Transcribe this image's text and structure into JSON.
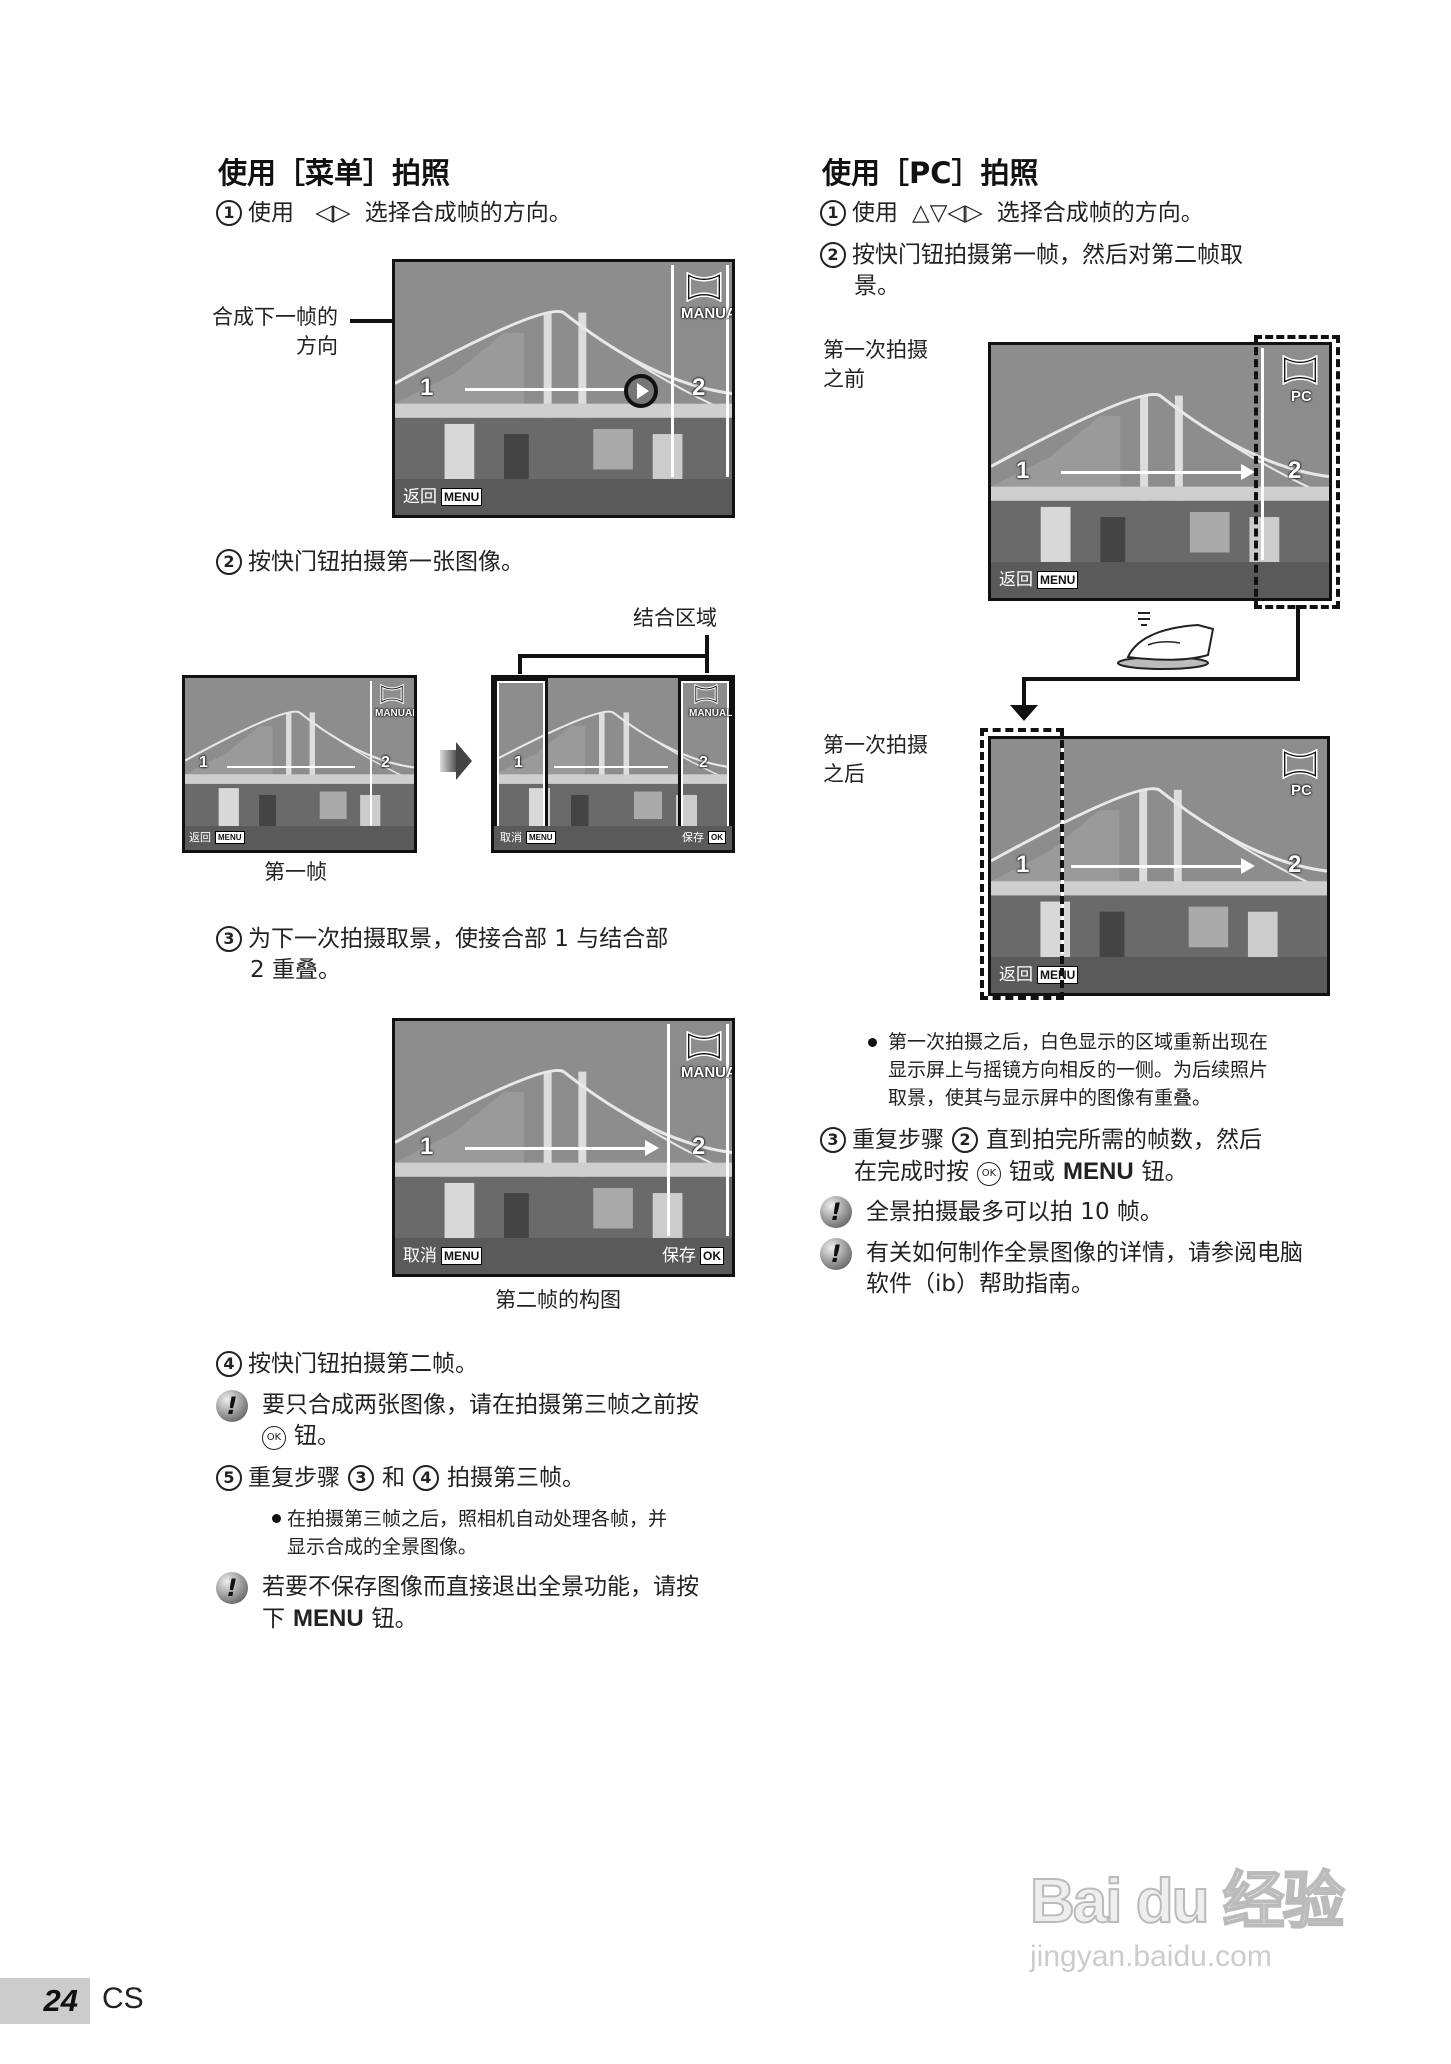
{
  "left": {
    "title": "使用［菜单］拍照",
    "step1": {
      "num": "1",
      "pre": "使用",
      "arrows": "◁▷",
      "text": "选择合成帧的方向。"
    },
    "callout": {
      "line1": "合成下一帧的",
      "line2": "方向"
    },
    "screen1": {
      "mode": "MANUAL",
      "n1": "1",
      "n2": "2",
      "back": "返回",
      "menu": "MENU"
    },
    "step2": {
      "num": "2",
      "text": "按快门钮拍摄第一张图像。"
    },
    "join_area_label": "结合区域",
    "small_screen_a": {
      "mode": "MANUAL",
      "n1": "1",
      "n2": "2",
      "back": "返回",
      "menu": "MENU"
    },
    "small_screen_b": {
      "mode": "MANUAL",
      "n1": "1",
      "n2": "2",
      "cancel": "取消",
      "menu": "MENU",
      "save": "保存",
      "ok": "OK"
    },
    "first_frame_caption": "第一帧",
    "step3": {
      "num": "3",
      "line1": "为下一次拍摄取景，使接合部 1 与结合部",
      "line2": "2 重叠。"
    },
    "screen3": {
      "mode": "MANUAL",
      "n1": "1",
      "n2": "2",
      "cancel": "取消",
      "menu": "MENU",
      "save": "保存",
      "ok": "OK"
    },
    "second_frame_caption": "第二帧的构图",
    "step4": {
      "num": "4",
      "text": "按快门钮拍摄第二帧。"
    },
    "note1": {
      "line1": "要只合成两张图像，请在拍摄第三帧之前按",
      "ok": "OK",
      "line2": "钮。"
    },
    "step5": {
      "num": "5",
      "pre": "重复步骤",
      "a": "3",
      "mid": "和",
      "b": "4",
      "post": "拍摄第三帧。"
    },
    "bullet1": {
      "line1": "在拍摄第三帧之后，照相机自动处理各帧，并",
      "line2": "显示合成的全景图像。"
    },
    "note2": {
      "line1": "若要不保存图像而直接退出全景功能，请按",
      "pre": "下",
      "menu": "MENU",
      "post": "钮。"
    }
  },
  "right": {
    "title": "使用［PC］拍照",
    "step1": {
      "num": "1",
      "pre": "使用",
      "arrows": "△▽◁▷",
      "text": "选择合成帧的方向。"
    },
    "step2": {
      "num": "2",
      "line1": "按快门钮拍摄第一帧，然后对第二帧取",
      "line2": "景。"
    },
    "before_label": {
      "line1": "第一次拍摄",
      "line2": "之前"
    },
    "screen_before": {
      "mode": "PC",
      "n1": "1",
      "n2": "2",
      "back": "返回",
      "menu": "MENU"
    },
    "after_label": {
      "line1": "第一次拍摄",
      "line2": "之后"
    },
    "screen_after": {
      "mode": "PC",
      "n1": "1",
      "n2": "2",
      "back": "返回",
      "menu": "MENU"
    },
    "bullet1": {
      "line1": "第一次拍摄之后，白色显示的区域重新出现在",
      "line2": "显示屏上与摇镜方向相反的一侧。为后续照片",
      "line3": "取景，使其与显示屏中的图像有重叠。"
    },
    "step3": {
      "num": "3",
      "pre": "重复步骤",
      "a": "2",
      "line1_post": "直到拍完所需的帧数，然后",
      "line2_pre": "在完成时按",
      "ok": "OK",
      "mid": "钮或",
      "menu": "MENU",
      "post": "钮。"
    },
    "note1": {
      "text": "全景拍摄最多可以拍 10 帧。"
    },
    "note2": {
      "line1": "有关如何制作全景图像的详情，请参阅电脑",
      "line2": "软件（ib）帮助指南。"
    }
  },
  "footer": {
    "page": "24",
    "lang": "CS"
  },
  "watermark": {
    "brand": "Bai du 经验",
    "url": "jingyan.baidu.com"
  },
  "icons": {
    "warning": "exclamation-icon",
    "panorama": "panorama-icon",
    "ok_button": "ok-button-icon",
    "shutter": "shutter-press-icon"
  }
}
